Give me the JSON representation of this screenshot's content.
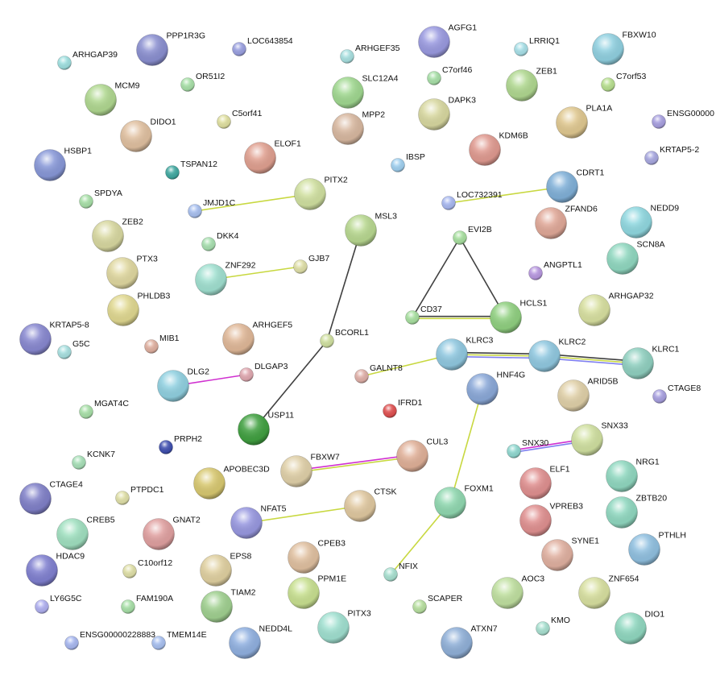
{
  "nodes": [
    {
      "name": "PPP1R3G",
      "color": "#8a8fd0",
      "size": "large"
    },
    {
      "name": "LOC643854",
      "color": "#9aa0e0",
      "size": "small"
    },
    {
      "name": "ARHGAP39",
      "color": "#9fe0e0",
      "size": "small"
    },
    {
      "name": "AGFG1",
      "color": "#9a9ae0",
      "size": "large"
    },
    {
      "name": "ARHGEF35",
      "color": "#a8e0e0",
      "size": "small"
    },
    {
      "name": "LRRIQ1",
      "color": "#a8e0e8",
      "size": "small"
    },
    {
      "name": "FBXW10",
      "color": "#90d0e0",
      "size": "large"
    },
    {
      "name": "OR51I2",
      "color": "#a8e0a8",
      "size": "small"
    },
    {
      "name": "MCM9",
      "color": "#b0d890",
      "size": "large"
    },
    {
      "name": "SLC12A4",
      "color": "#a0d890",
      "size": "large"
    },
    {
      "name": "C7orf46",
      "color": "#a8e0a8",
      "size": "small"
    },
    {
      "name": "ZEB1",
      "color": "#b0d890",
      "size": "large"
    },
    {
      "name": "C7orf53",
      "color": "#b8e090",
      "size": "small"
    },
    {
      "name": "C5orf41",
      "color": "#e0e0a0",
      "size": "small"
    },
    {
      "name": "MPP2",
      "color": "#d8b8a0",
      "size": "large"
    },
    {
      "name": "DAPK3",
      "color": "#d8d8a0",
      "size": "large"
    },
    {
      "name": "PLA1A",
      "color": "#e0c890",
      "size": "large"
    },
    {
      "name": "ENSG00000",
      "color": "#a8a0e0",
      "size": "small"
    },
    {
      "name": "DIDO1",
      "color": "#e0c0a0",
      "size": "large"
    },
    {
      "name": "KDM6B",
      "color": "#e09a90",
      "size": "large"
    },
    {
      "name": "KRTAP5-2",
      "color": "#a8a8e0",
      "size": "small"
    },
    {
      "name": "ELOF1",
      "color": "#e0a090",
      "size": "large"
    },
    {
      "name": "HSBP1",
      "color": "#8898d8",
      "size": "large"
    },
    {
      "name": "TSPAN12",
      "color": "#40a8a0",
      "size": "small"
    },
    {
      "name": "IBSP",
      "color": "#a0d0f0",
      "size": "small"
    },
    {
      "name": "CDRT1",
      "color": "#80b0d8",
      "size": "large"
    },
    {
      "name": "SPDYA",
      "color": "#a8e0a8",
      "size": "small"
    },
    {
      "name": "JMJD1C",
      "color": "#a8c0f0",
      "size": "small"
    },
    {
      "name": "PITX2",
      "color": "#d0e0a0",
      "size": "large"
    },
    {
      "name": "LOC732391",
      "color": "#a8b8f0",
      "size": "small"
    },
    {
      "name": "ZFAND6",
      "color": "#e0a898",
      "size": "large"
    },
    {
      "name": "NEDD9",
      "color": "#90d8e0",
      "size": "large"
    },
    {
      "name": "MSL3",
      "color": "#b8d890",
      "size": "large"
    },
    {
      "name": "DKK4",
      "color": "#a8e0b0",
      "size": "small"
    },
    {
      "name": "ZEB2",
      "color": "#d8d8a0",
      "size": "large"
    },
    {
      "name": "EVI2B",
      "color": "#a8e0a0",
      "size": "small"
    },
    {
      "name": "SCN8A",
      "color": "#90d8c0",
      "size": "large"
    },
    {
      "name": "PTX3",
      "color": "#e0d8a0",
      "size": "large"
    },
    {
      "name": "ZNF292",
      "color": "#a0e0d0",
      "size": "large"
    },
    {
      "name": "GJB7",
      "color": "#e0e0a8",
      "size": "small"
    },
    {
      "name": "ANGPTL1",
      "color": "#b898e0",
      "size": "small"
    },
    {
      "name": "PHLDB3",
      "color": "#e0d890",
      "size": "large"
    },
    {
      "name": "ARHGAP32",
      "color": "#d8e0a0",
      "size": "large"
    },
    {
      "name": "CD37",
      "color": "#a8e0a0",
      "size": "small"
    },
    {
      "name": "HCLS1",
      "color": "#90d080",
      "size": "large"
    },
    {
      "name": "KRTAP5-8",
      "color": "#8888d0",
      "size": "large"
    },
    {
      "name": "MIB1",
      "color": "#e0b0a0",
      "size": "small"
    },
    {
      "name": "ARHGEF5",
      "color": "#e0b898",
      "size": "large"
    },
    {
      "name": "BCORL1",
      "color": "#d0e0a0",
      "size": "small"
    },
    {
      "name": "KLRC3",
      "color": "#90c8e0",
      "size": "large"
    },
    {
      "name": "KLRC2",
      "color": "#90c8e0",
      "size": "large"
    },
    {
      "name": "KLRC1",
      "color": "#90d0c0",
      "size": "large"
    },
    {
      "name": "G5C",
      "color": "#a8e0e0",
      "size": "small"
    },
    {
      "name": "DLG2",
      "color": "#90d0e0",
      "size": "large"
    },
    {
      "name": "DLGAP3",
      "color": "#e0a8b0",
      "size": "small"
    },
    {
      "name": "GALNT8",
      "color": "#e0b0a8",
      "size": "small"
    },
    {
      "name": "HNF4G",
      "color": "#8aa8d8",
      "size": "large"
    },
    {
      "name": "ARID5B",
      "color": "#e0d0a8",
      "size": "large"
    },
    {
      "name": "CTAGE8",
      "color": "#a8a0e0",
      "size": "small"
    },
    {
      "name": "IFRD1",
      "color": "#e05050",
      "size": "small"
    },
    {
      "name": "MGAT4C",
      "color": "#a8e0a8",
      "size": "small"
    },
    {
      "name": "USP11",
      "color": "#40a040",
      "size": "large"
    },
    {
      "name": "PRPH2",
      "color": "#4050b0",
      "size": "small"
    },
    {
      "name": "SNX30",
      "color": "#90d8d0",
      "size": "small"
    },
    {
      "name": "SNX33",
      "color": "#d0e0a0",
      "size": "large"
    },
    {
      "name": "KCNK7",
      "color": "#a8e0b8",
      "size": "small"
    },
    {
      "name": "FBXW7",
      "color": "#e0d0a8",
      "size": "large"
    },
    {
      "name": "CUL3",
      "color": "#e0b098",
      "size": "large"
    },
    {
      "name": "APOBEC3D",
      "color": "#d8c870",
      "size": "large"
    },
    {
      "name": "NRG1",
      "color": "#90d8c0",
      "size": "large"
    },
    {
      "name": "ELF1",
      "color": "#e09090",
      "size": "large"
    },
    {
      "name": "CTAGE4",
      "color": "#8080c8",
      "size": "large"
    },
    {
      "name": "PTPDC1",
      "color": "#e0e0a8",
      "size": "small"
    },
    {
      "name": "FOXM1",
      "color": "#90d8b0",
      "size": "large"
    },
    {
      "name": "CTSK",
      "color": "#e0c8a0",
      "size": "large"
    },
    {
      "name": "ZBTB20",
      "color": "#90d8c0",
      "size": "large"
    },
    {
      "name": "CREB5",
      "color": "#a0e0c0",
      "size": "large"
    },
    {
      "name": "GNAT2",
      "color": "#e0a0a0",
      "size": "large"
    },
    {
      "name": "NFAT5",
      "color": "#9898e0",
      "size": "large"
    },
    {
      "name": "VPREB3",
      "color": "#e09090",
      "size": "large"
    },
    {
      "name": "PTHLH",
      "color": "#90c0e0",
      "size": "large"
    },
    {
      "name": "HDAC9",
      "color": "#8080d0",
      "size": "large"
    },
    {
      "name": "C10orf12",
      "color": "#e0e0a8",
      "size": "small"
    },
    {
      "name": "EPS8",
      "color": "#e0d0a0",
      "size": "large"
    },
    {
      "name": "CPEB3",
      "color": "#e0c0a0",
      "size": "large"
    },
    {
      "name": "SYNE1",
      "color": "#e0b0a0",
      "size": "large"
    },
    {
      "name": "NFIX",
      "color": "#a8e0d0",
      "size": "small"
    },
    {
      "name": "PPM1E",
      "color": "#c8e090",
      "size": "large"
    },
    {
      "name": "AOC3",
      "color": "#c0e0a0",
      "size": "large"
    },
    {
      "name": "ZNF654",
      "color": "#d8e0a0",
      "size": "large"
    },
    {
      "name": "LY6G5C",
      "color": "#b0b0f0",
      "size": "small"
    },
    {
      "name": "FAM190A",
      "color": "#a8e0a8",
      "size": "small"
    },
    {
      "name": "TIAM2",
      "color": "#a0d090",
      "size": "large"
    },
    {
      "name": "SCAPER",
      "color": "#b8e0a0",
      "size": "small"
    },
    {
      "name": "PITX3",
      "color": "#a0e0d0",
      "size": "large"
    },
    {
      "name": "KMO",
      "color": "#a8e0d0",
      "size": "small"
    },
    {
      "name": "DIO1",
      "color": "#90d8c0",
      "size": "large"
    },
    {
      "name": "ENSG00000228883",
      "color": "#a8b8f0",
      "size": "small"
    },
    {
      "name": "TMEM14E",
      "color": "#a8c0f0",
      "size": "small"
    },
    {
      "name": "NEDD4L",
      "color": "#90b0e0",
      "size": "large"
    },
    {
      "name": "ATXN7",
      "color": "#90b0d8",
      "size": "large"
    }
  ],
  "edge_colors": {
    "coexpression": "#404040",
    "textmining": "#c8d840",
    "homology": "#8080f0",
    "experiments": "#d030d0"
  },
  "edges": [
    {
      "source": "JMJD1C",
      "target": "PITX2",
      "types": [
        "textmining"
      ]
    },
    {
      "source": "ZNF292",
      "target": "GJB7",
      "types": [
        "textmining"
      ]
    },
    {
      "source": "MSL3",
      "target": "BCORL1",
      "types": [
        "coexpression"
      ]
    },
    {
      "source": "BCORL1",
      "target": "USP11",
      "types": [
        "coexpression"
      ]
    },
    {
      "source": "EVI2B",
      "target": "CD37",
      "types": [
        "coexpression"
      ]
    },
    {
      "source": "EVI2B",
      "target": "HCLS1",
      "types": [
        "coexpression"
      ]
    },
    {
      "source": "CD37",
      "target": "HCLS1",
      "types": [
        "coexpression",
        "textmining"
      ]
    },
    {
      "source": "LOC732391",
      "target": "CDRT1",
      "types": [
        "textmining"
      ]
    },
    {
      "source": "GALNT8",
      "target": "KLRC3",
      "types": [
        "textmining"
      ]
    },
    {
      "source": "KLRC3",
      "target": "KLRC2",
      "types": [
        "coexpression",
        "textmining",
        "homology"
      ]
    },
    {
      "source": "KLRC2",
      "target": "KLRC1",
      "types": [
        "coexpression",
        "textmining",
        "homology"
      ]
    },
    {
      "source": "DLG2",
      "target": "DLGAP3",
      "types": [
        "experiments"
      ]
    },
    {
      "source": "HNF4G",
      "target": "FOXM1",
      "types": [
        "textmining"
      ]
    },
    {
      "source": "FOXM1",
      "target": "NFIX",
      "types": [
        "textmining"
      ]
    },
    {
      "source": "FBXW7",
      "target": "CUL3",
      "types": [
        "experiments",
        "textmining"
      ]
    },
    {
      "source": "NFAT5",
      "target": "CTSK",
      "types": [
        "textmining"
      ]
    },
    {
      "source": "SNX30",
      "target": "SNX33",
      "types": [
        "experiments",
        "homology"
      ]
    }
  ]
}
